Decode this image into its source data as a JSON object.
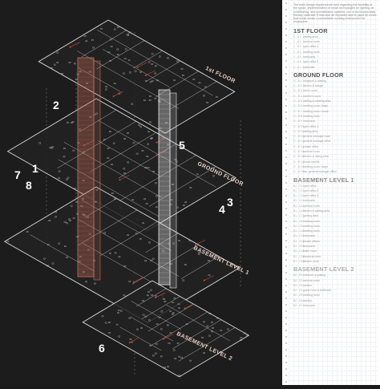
{
  "intro": "The main design requirements were regarding the flexibility of the space, implementation of smart technologies for lighting, air conditioning, and humidification systems; use of environmentally friendly materials. It was also an important task to place all zones that would create a comfortable working environment for employees.",
  "sections": [
    {
      "title": "1st FLOOR",
      "color": "#5a5a5a",
      "items": [
        {
          "code": "1 - A 1",
          "label": "waiting area"
        },
        {
          "code": "1 - A 2",
          "label": "seminar room"
        },
        {
          "code": "1 - A 3",
          "label": "open office 1"
        },
        {
          "code": "1 - A 4",
          "label": "meeting room"
        },
        {
          "code": "1 - A 5",
          "label": "restrooms"
        },
        {
          "code": "1 - A 6",
          "label": "open office 2"
        },
        {
          "code": "1 - A 7",
          "label": "balconies"
        }
      ]
    },
    {
      "title": "GROUND FLOOR",
      "color": "#4f4f4f",
      "items": [
        {
          "code": "G - B 1",
          "label": "reception & waiting"
        },
        {
          "code": "G - B 2",
          "label": "kitchen & lounge"
        },
        {
          "code": "G - B 3",
          "label": "men's room"
        },
        {
          "code": "G - B 4",
          "label": "women's room"
        },
        {
          "code": "G - B 5",
          "label": "waiting & meeting area"
        },
        {
          "code": "G - B 6",
          "label": "meeting room / large"
        },
        {
          "code": "G - B 7",
          "label": "meeting room / small"
        },
        {
          "code": "G - B 8",
          "label": "meeting room"
        },
        {
          "code": "G - B 9",
          "label": "restrooms"
        },
        {
          "code": "G - B 10",
          "label": "open office 1"
        },
        {
          "code": "G - B 11",
          "label": "waiting area"
        },
        {
          "code": "G - B 12",
          "label": "general manager room"
        },
        {
          "code": "G - B 13",
          "label": "general manager office"
        },
        {
          "code": "G - B 14",
          "label": "private office"
        },
        {
          "code": "G - B 15",
          "label": "seminar room"
        },
        {
          "code": "G - B 16",
          "label": "kitchen & dining area"
        },
        {
          "code": "G - B 17",
          "label": "phone booths"
        },
        {
          "code": "G - B 18",
          "label": "meeting room / large"
        },
        {
          "code": "G - B 19",
          "label": "ass. general manager office"
        }
      ]
    },
    {
      "title": "BASEMENT LEVEL 1",
      "color": "#8c8c8c",
      "items": [
        {
          "code": "B1 - C1",
          "label": "open office"
        },
        {
          "code": "B1 - C2",
          "label": "open office 2"
        },
        {
          "code": "B1 - C3",
          "label": "open office 3"
        },
        {
          "code": "B1 - C4",
          "label": "restrooms"
        },
        {
          "code": "B1 - C5",
          "label": "seminar room"
        },
        {
          "code": "B1 - C6",
          "label": "kitchen & waiting area"
        },
        {
          "code": "B1 - C7",
          "label": "gaming area"
        },
        {
          "code": "B1 - C8",
          "label": "meeting room"
        },
        {
          "code": "B1 - C9",
          "label": "meeting room"
        },
        {
          "code": "B1 - C10",
          "label": "meeting room"
        },
        {
          "code": "B1 - C11",
          "label": "restrooms"
        },
        {
          "code": "B1 - C12",
          "label": "private offices"
        },
        {
          "code": "B1 - C13",
          "label": "restrooms"
        },
        {
          "code": "B1 - C14",
          "label": "boiler room"
        },
        {
          "code": "B1 - C15",
          "label": "electrical room"
        },
        {
          "code": "B1 - C16",
          "label": "cleaner room"
        }
      ]
    },
    {
      "title": "BASEMENT LEVEL 2",
      "color": "#b0b0b0",
      "items": [
        {
          "code": "B2 - D1",
          "label": "entrance & waiting"
        },
        {
          "code": "B2 - D2",
          "label": "seminar room"
        },
        {
          "code": "B2 - D3",
          "label": "cardios"
        },
        {
          "code": "B2 - D4",
          "label": "guest room & bathroom"
        },
        {
          "code": "B2 - D5",
          "label": "meeting room"
        },
        {
          "code": "B2 - D6",
          "label": "laundry"
        },
        {
          "code": "B2 - D7",
          "label": "restrooms"
        }
      ]
    }
  ],
  "level_labels": [
    "1st FLOOR",
    "GROUND FLOOR",
    "BASEMENT LEVEL 1",
    "BASEMENT LEVEL 2"
  ],
  "callouts": [
    "1",
    "2",
    "3",
    "4",
    "5",
    "6",
    "7",
    "8"
  ],
  "colors": {
    "background": "#1c1c1c",
    "linework": "#d8d8d8",
    "core_red": "#c7705c",
    "core_white": "#e9e9e9",
    "accent_red": "#d2472f"
  }
}
